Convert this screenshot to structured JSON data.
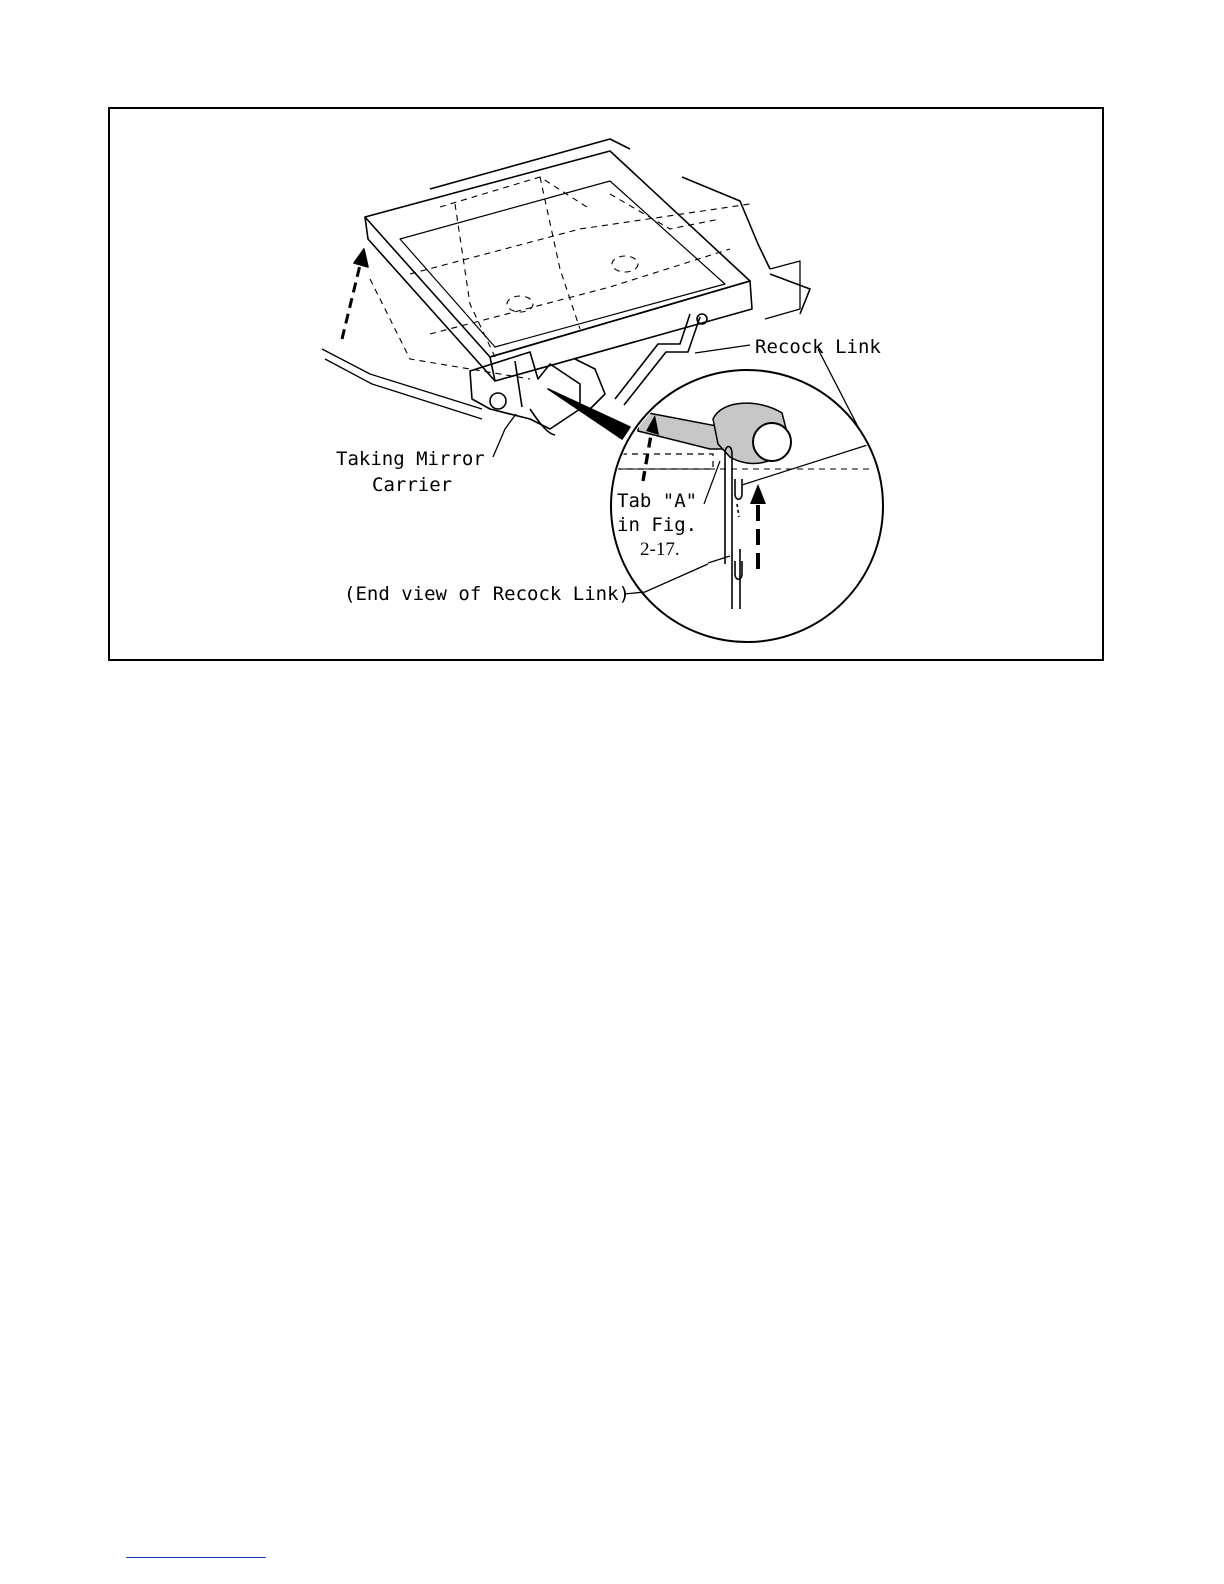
{
  "figure": {
    "labels": {
      "recock_link": "Recock Link",
      "taking_mirror_line1": "Taking Mirror",
      "taking_mirror_line2": "Carrier",
      "tab_a_line1": "Tab \"A\"",
      "tab_a_line2": "in Fig.",
      "tab_a_line3": "2-17.",
      "end_view": "(End view of Recock Link)"
    }
  },
  "colors": {
    "ink": "#000000",
    "footer_rule": "#1a3fbf"
  }
}
